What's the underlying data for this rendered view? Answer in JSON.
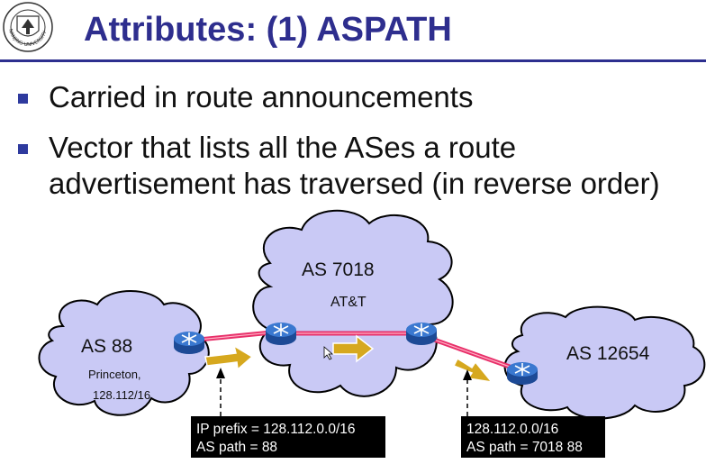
{
  "slide": {
    "title": "Attributes: (1) ASPATH",
    "logo_text": "NANJING UNIVERSITY",
    "bullets": [
      "Carried in route announcements",
      "Vector that lists all the ASes a route advertisement has traversed (in reverse order)"
    ]
  },
  "diagram": {
    "clouds": [
      {
        "name": "AS 88",
        "sub_1": "Princeton,",
        "sub_2": "128.112/16"
      },
      {
        "name": "AS 7018",
        "sub_1": "AT&T"
      },
      {
        "name": "AS 12654"
      }
    ],
    "announcements": [
      {
        "line_1": "IP prefix = 128.112.0.0/16",
        "line_2": "AS path = 88"
      },
      {
        "line_1": "128.112.0.0/16",
        "line_2": "AS path = 7018 88"
      }
    ]
  },
  "colors": {
    "title": "#2e2e8e",
    "header_rule": "#2d2f8f",
    "bullet": "#2e3a9e",
    "cloud_fill": "#c9c9f5",
    "cloud_stroke": "#000000",
    "link": "#e8306a",
    "router": "#2a5fb5",
    "arrow": "#d6a81e",
    "label_box": "#000000"
  }
}
